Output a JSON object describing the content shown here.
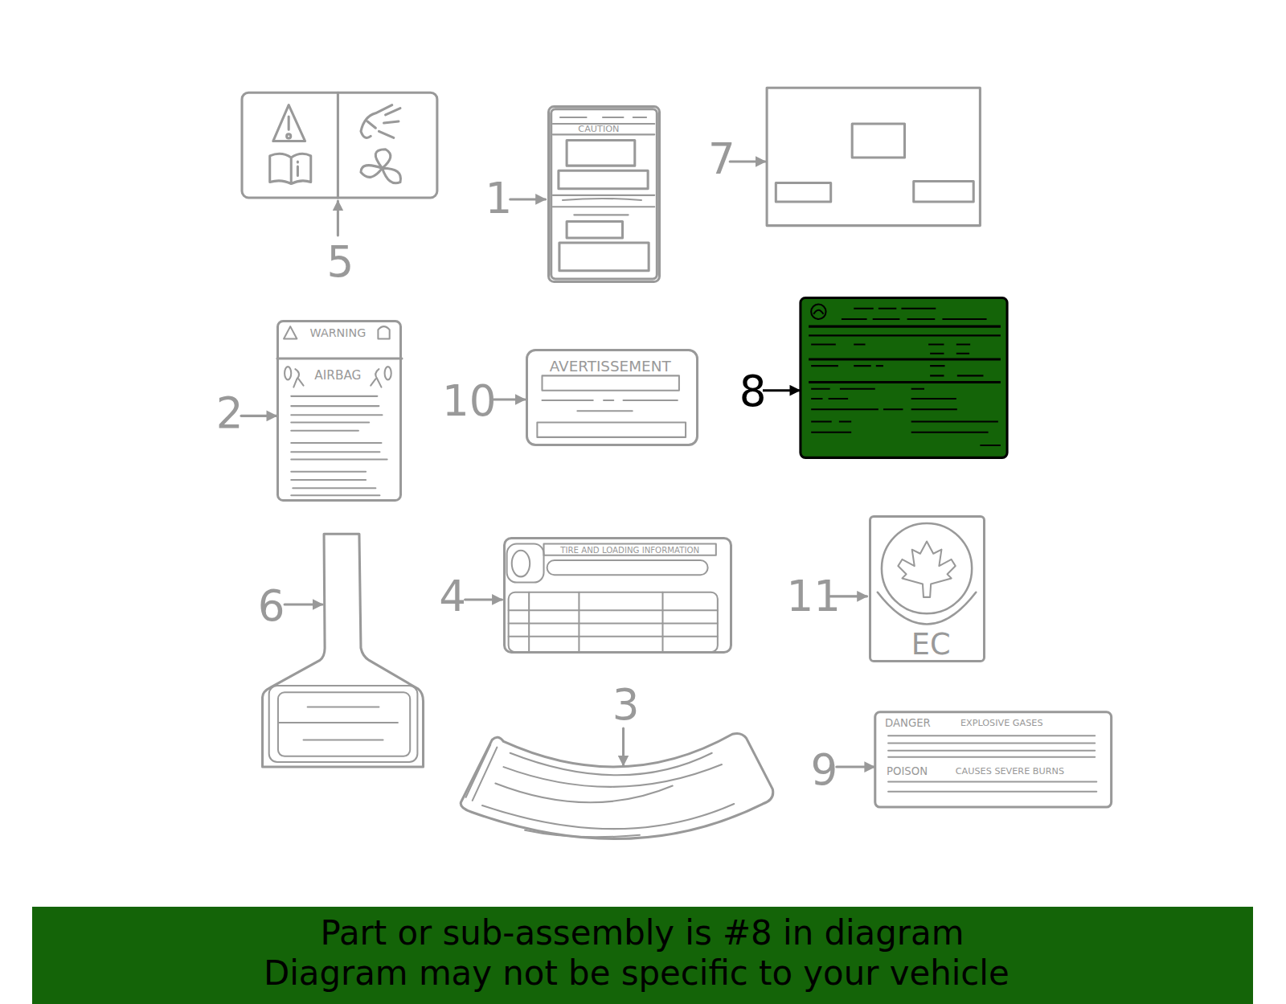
{
  "diagram": {
    "nodes": [
      {
        "text": [
          "CAUTION"
        ]
      },
      {
        "text": [
          "WARNING",
          "AIRBAG"
        ]
      },
      {
        "text": [
          "AVERTISSEMENT"
        ]
      },
      {
        "text": [
          "TIRE AND LOADING INFORMATION"
        ]
      },
      {
        "text": [
          "EC"
        ]
      },
      {
        "text": [
          "DANGER",
          "EXPLOSIVE GASES",
          "POISON",
          "CAUSES SEVERE BURNS"
        ]
      },
      {
        "text": [
          "Part or sub-assembly is #8 in diagram",
          "Diagram may not be specific to your vehicle"
        ]
      }
    ],
    "labels": [
      "5",
      "1",
      "7",
      "2",
      "10",
      "8",
      "6",
      "4",
      "11",
      "3",
      "9"
    ]
  }
}
